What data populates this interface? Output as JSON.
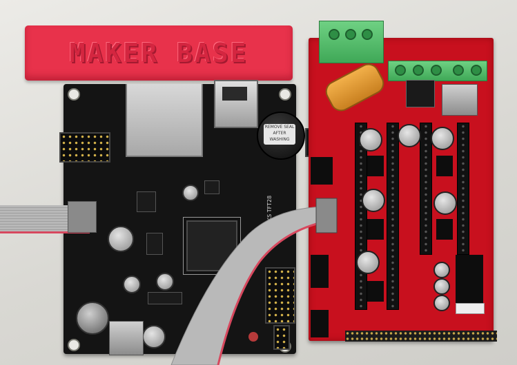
{
  "sign": {
    "text": "MAKER BASE",
    "color": "#e8324b"
  },
  "black_board": {
    "label": "MKS TFT28",
    "buzzer_text": "REMOVE SEAL AFTER WASHING",
    "color": "#141414"
  },
  "red_board": {
    "color": "#c8101e"
  },
  "ribbon_cable": {
    "color": "#b8b8b8",
    "stripe_color": "#d7485e"
  }
}
